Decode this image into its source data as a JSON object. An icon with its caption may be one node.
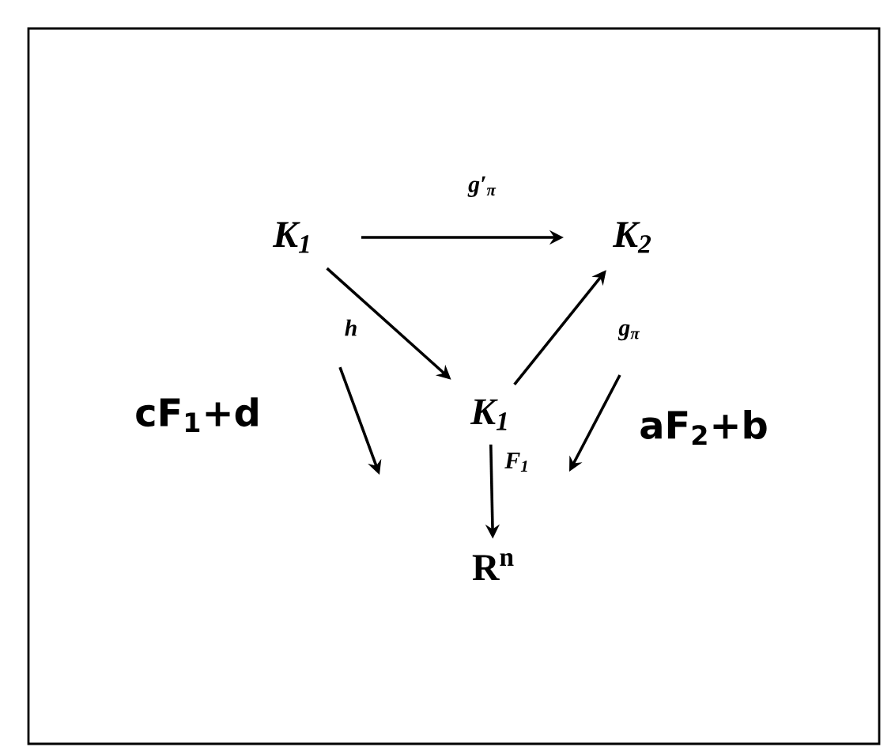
{
  "diagram": {
    "nodes": [
      {
        "text": [
          "K$_{1}$"
        ]
      },
      {
        "text": [
          "K$_{2}$"
        ]
      },
      {
        "text": [
          "K$_{1}$"
        ]
      },
      {
        "text": [
          "R$^{n}$"
        ]
      }
    ],
    "edges": [
      {
        "from": 0,
        "to": 1,
        "arrow": "to",
        "label": "g′$_{π}$"
      },
      {
        "from": 0,
        "to": 2,
        "arrow": "to",
        "label": "h"
      },
      {
        "from": 2,
        "to": 1,
        "arrow": "to",
        "label": "g$_{π}$"
      },
      {
        "from": 2,
        "to": 3,
        "arrow": "to",
        "label": "F$_{1}$"
      }
    ],
    "labels": [
      "cF$_{1}$+d",
      "aF$_{2}$+b"
    ]
  }
}
